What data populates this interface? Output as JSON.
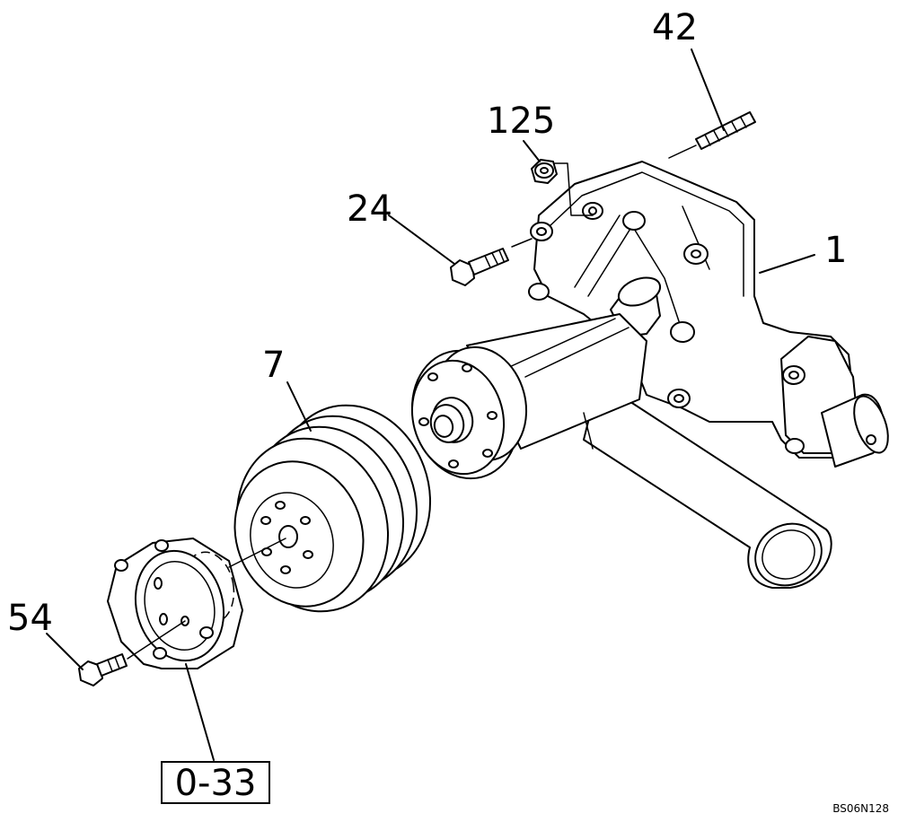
{
  "callouts": {
    "c1": "1",
    "c7": "7",
    "c24": "24",
    "c42": "42",
    "c54": "54",
    "c125": "125"
  },
  "reference_box": "0-33",
  "drawing_code": "BS06N128"
}
